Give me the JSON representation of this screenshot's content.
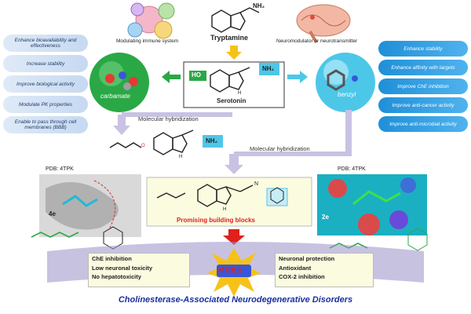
{
  "top": {
    "immune_label": "Modulating immune system",
    "tryptamine_nh2": "NH₂",
    "tryptamine_label": "Tryptamine",
    "neuro_label": "Neuromodulator or neurotransmitter"
  },
  "left_benefits": [
    "Enhance bioavailability and effectiveness",
    "Increase stability",
    "Improve biological activity",
    "Modulate PK properties",
    "Enable to pass through cell membranes (BBB)"
  ],
  "right_benefits": [
    "Enhance stability",
    "Enhance affinity with targets",
    "Improve ChE inhibition",
    "Improve anti-cancer activity",
    "Improve anti-microbial activity"
  ],
  "center": {
    "ho": "HO",
    "nh2": "NH₂",
    "serotonin": "Serotonin",
    "h": "H",
    "carbamate": "carbamate",
    "benzyl": "benzyl"
  },
  "hybrid": {
    "left": "Molecular hybridization",
    "right": "Molecular hybridization",
    "nh2": "NH₂",
    "o": "O",
    "h": "H"
  },
  "pdb": {
    "left": "PDB: 4TPK",
    "right": "PDB: 4TPK",
    "left_id": "4e",
    "right_id": "2e"
  },
  "blocks": {
    "caption": "Promising building blocks",
    "n": "N",
    "h": "H"
  },
  "outcomes": {
    "left": [
      "ChE inhibition",
      "Low neuronal toxicity",
      "No hepatotoxicity"
    ],
    "right": [
      "Neuronal protection",
      "Antioxidant",
      "COX-2 inhibition"
    ],
    "center": "MTDLs",
    "footer": "Cholinesterase-Associated Neurodegenerative Disorders"
  },
  "colors": {
    "accent_blue": "#1f8fd8",
    "accent_red": "#e0201b",
    "accent_green": "#2aa845",
    "banner_purple": "#9b8fc9",
    "footer_blue": "#1a2fa0"
  }
}
